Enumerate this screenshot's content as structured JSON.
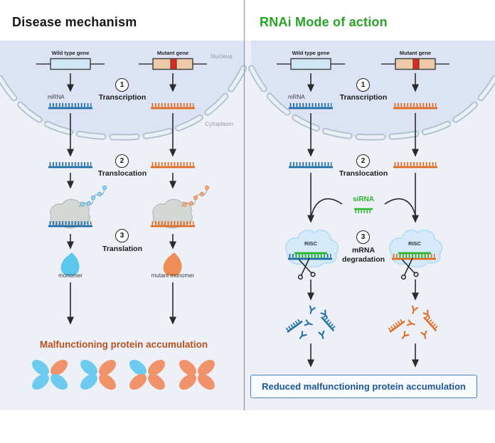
{
  "left_panel": {
    "title": "Disease mechanism",
    "region_labels": {
      "nucleus": "Nucleus",
      "cytoplasm": "Cytoplasm"
    },
    "genes": {
      "wild": "Wild type gene",
      "mutant": "Mutant gene"
    },
    "mrna_label": "mRNA",
    "steps": [
      {
        "num": "1",
        "label": "Transcription"
      },
      {
        "num": "2",
        "label": "Translocation"
      },
      {
        "num": "3",
        "label": "Translation"
      }
    ],
    "products": {
      "monomer": "monomer",
      "mutant_monomer": "mutant monomer"
    },
    "outcome": "Malfunctioning protein accumulation"
  },
  "right_panel": {
    "title": "RNAi Mode of action",
    "genes": {
      "wild": "Wild type gene",
      "mutant": "Mutant gene"
    },
    "mrna_label": "mRNA",
    "sirna_label": "siRNA",
    "risc_label": "RISC",
    "steps": [
      {
        "num": "1",
        "label": "Transcription"
      },
      {
        "num": "2",
        "label": "Translocation"
      },
      {
        "num": "3",
        "label": "mRNA degradation"
      }
    ],
    "outcome": "Reduced malfunctioning protein accumulation"
  },
  "icons": {
    "scissors": "mrna-cleavage-scissors",
    "risc_cloud": "risc-protein-complex",
    "ribosome": "ribosome-blob",
    "mrna_strand": "comb-strand",
    "protein_tetramer": "four-lobe-protein"
  },
  "colors": {
    "accent_green": "#2cb52c",
    "wild_blue": "#1e6da6",
    "mutant_orange": "#e06a1f",
    "panel_bg": "#eef0f8",
    "nucleus_fill": "#dce3f5",
    "gene_blue_fill": "#cfe6f6",
    "gene_mutant_fill": "#edcaa8",
    "mutation_red": "#e3271e",
    "accumulation_text": "#b4531e",
    "outcome_text": "#1d5796"
  }
}
